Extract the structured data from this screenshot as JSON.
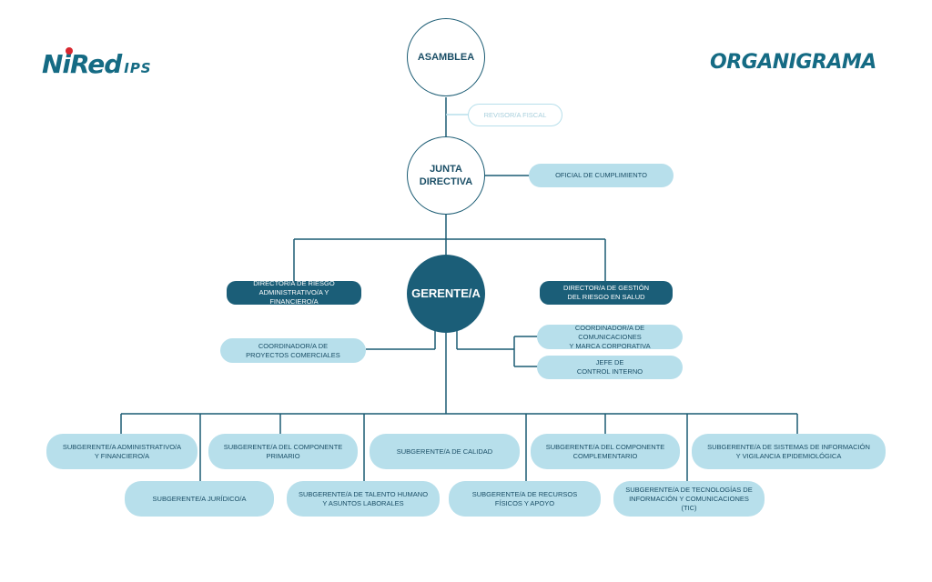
{
  "logo": {
    "brand": "NiRed",
    "suffix": "IPS"
  },
  "title": "ORGANIGRAMA",
  "nodes": {
    "asamblea": "ASAMBLEA",
    "revisor": "REVISOR/A FISCAL",
    "junta": "JUNTA\nDIRECTIVA",
    "oficial": "OFICIAL DE CUMPLIMIENTO",
    "gerente": "GERENTE/A",
    "dir_riesgo_admin": "DIRECTOR/A DE RIESGO\nADMINISTRATIVO/A Y FINANCIERO/A",
    "dir_gestion_riesgo": "DIRECTOR/A DE GESTIÓN\nDEL RIESGO EN SALUD",
    "coord_proyectos": "COORDINADOR/A DE\nPROYECTOS COMERCIALES",
    "coord_comunicaciones": "COORDINADOR/A DE COMUNICACIONES\nY MARCA CORPORATIVA",
    "jefe_control": "JEFE DE\nCONTROL INTERNO",
    "sub_admin": "SUBGERENTE/A ADMINISTRATIVO/A\nY FINANCIERO/A",
    "sub_primario": "SUBGERENTE/A DEL COMPONENTE PRIMARIO",
    "sub_calidad": "SUBGERENTE/A DE CALIDAD",
    "sub_complementario": "SUBGERENTE/A DEL COMPONENTE\nCOMPLEMENTARIO",
    "sub_sistemas": "SUBGERENTE/A DE SISTEMAS DE INFORMACIÓN\nY VIGILANCIA EPIDEMIOLÓGICA",
    "sub_juridico": "SUBGERENTE/A JURÍDICO/A",
    "sub_talento": "SUBGERENTE/A DE TALENTO HUMANO\nY ASUNTOS LABORALES",
    "sub_recursos": "SUBGERENTE/A DE RECURSOS\nFÍSICOS Y APOYO",
    "sub_tic": "SUBGERENTE/A DE TECNOLOGÍAS DE\nINFORMACIÓN Y COMUNICACIONES (TIC)"
  },
  "colors": {
    "primary": "#1b5e78",
    "light": "#b7dfeb",
    "line": "#1a5b73",
    "accent": "#d8262e"
  }
}
